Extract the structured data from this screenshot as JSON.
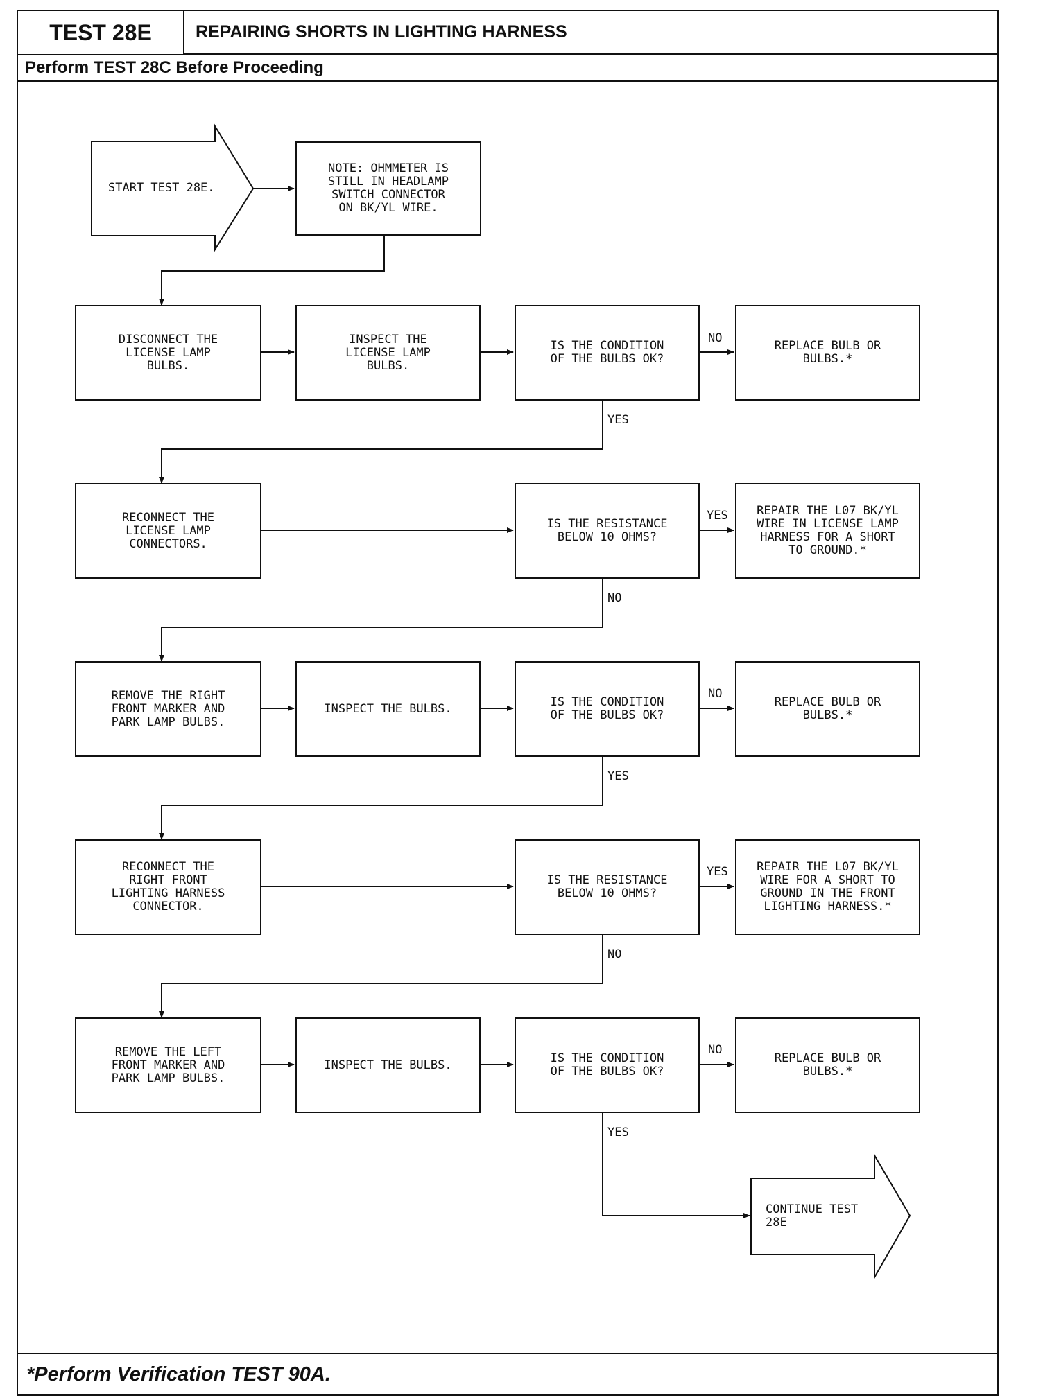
{
  "header": {
    "test_id": "TEST 28E",
    "title": "REPAIRING SHORTS IN LIGHTING HARNESS",
    "prerequisite": "Perform TEST 28C Before Proceeding"
  },
  "footer": {
    "note": "*Perform Verification TEST 90A."
  },
  "flow": {
    "start": "START TEST 28E.",
    "note": "NOTE: OHMMETER IS\nSTILL IN HEADLAMP\nSWITCH CONNECTOR\nON BK/YL WIRE.",
    "rows": [
      {
        "action": "DISCONNECT THE\nLICENSE LAMP\nBULBS.",
        "inspect": "INSPECT THE\nLICENSE LAMP\nBULBS.",
        "question": "IS THE CONDITION\nOF THE BULBS OK?",
        "branch_label": "NO",
        "result": "REPLACE BULB OR\nBULBS.*",
        "down_label": "YES"
      },
      {
        "action": "RECONNECT THE\nLICENSE LAMP\nCONNECTORS.",
        "question": "IS THE RESISTANCE\nBELOW 10 OHMS?",
        "branch_label": "YES",
        "result": "REPAIR THE L07 BK/YL\nWIRE IN LICENSE LAMP\nHARNESS FOR A SHORT\nTO GROUND.*",
        "down_label": "NO"
      },
      {
        "action": "REMOVE THE RIGHT\nFRONT MARKER AND\nPARK LAMP BULBS.",
        "inspect": "INSPECT THE BULBS.",
        "question": "IS THE CONDITION\nOF THE BULBS OK?",
        "branch_label": "NO",
        "result": "REPLACE BULB OR\nBULBS.*",
        "down_label": "YES"
      },
      {
        "action": "RECONNECT THE\nRIGHT FRONT\nLIGHTING HARNESS\nCONNECTOR.",
        "question": "IS THE RESISTANCE\nBELOW 10 OHMS?",
        "branch_label": "YES",
        "result": "REPAIR THE L07 BK/YL\nWIRE FOR A SHORT TO\nGROUND IN THE FRONT\nLIGHTING HARNESS.*",
        "down_label": "NO"
      },
      {
        "action": "REMOVE THE LEFT\nFRONT MARKER AND\nPARK LAMP BULBS.",
        "inspect": "INSPECT THE BULBS.",
        "question": "IS THE CONDITION\nOF THE BULBS OK?",
        "branch_label": "NO",
        "result": "REPLACE BULB OR\nBULBS.*",
        "down_label": "YES"
      }
    ],
    "continue": "CONTINUE TEST\n28E"
  }
}
